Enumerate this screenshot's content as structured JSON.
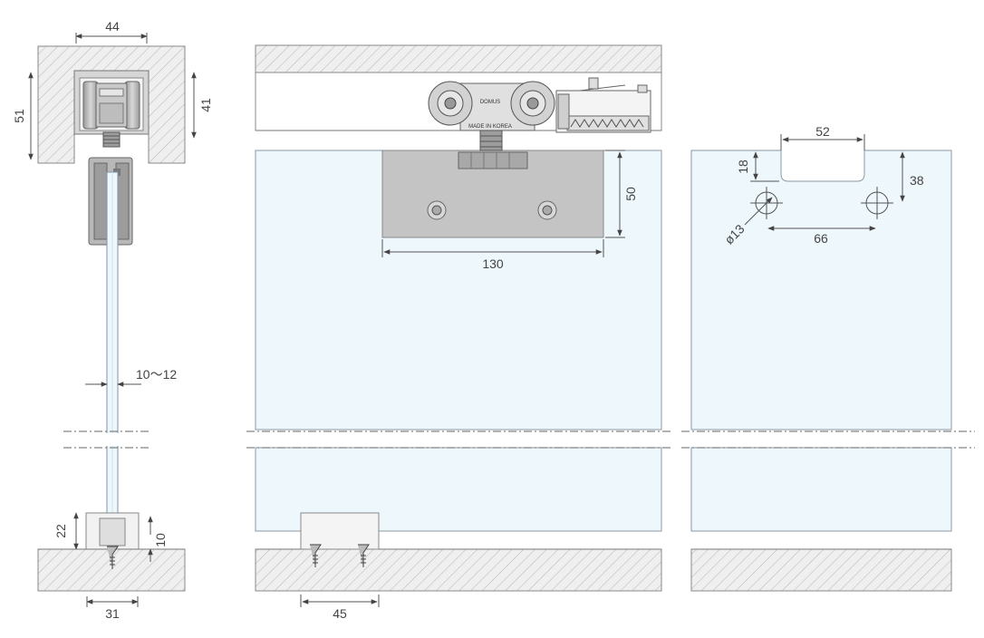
{
  "dimensions": {
    "side_top_width": "44",
    "side_ceiling_height": "51",
    "side_track_height": "41",
    "glass_thickness": "10〜12",
    "floor_guide_height": "22",
    "floor_guide_inner": "10",
    "floor_guide_width": "31",
    "clamp_height": "50",
    "clamp_width": "130",
    "floor_stop_width": "45",
    "notch_width": "52",
    "notch_depth": "18",
    "hole_center_height": "38",
    "hole_spacing": "66",
    "hole_diameter": "ø13"
  },
  "roller_label": {
    "brand": "DOMUS",
    "origin": "MADE IN KOREA"
  },
  "colors": {
    "hatch": "#a0a0a0",
    "glass": "#eef7fc",
    "metal": "#c4c4c4",
    "line": "#555555"
  }
}
